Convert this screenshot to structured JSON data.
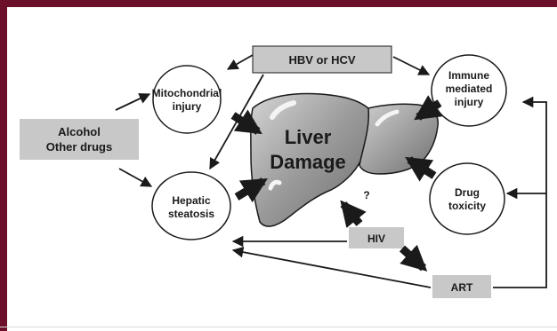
{
  "nodes": {
    "hbv_hcv": "HBV or HCV",
    "alcohol": [
      "Alcohol",
      "Other drugs"
    ],
    "mitochondrial": [
      "Mitochondrial",
      "injury"
    ],
    "immune": [
      "Immune",
      "mediated",
      "injury"
    ],
    "steatosis": [
      "Hepatic",
      "steatosis"
    ],
    "drug_toxicity": [
      "Drug",
      "toxicity"
    ],
    "liver": [
      "Liver",
      "Damage"
    ],
    "hiv": "HIV",
    "art": "ART",
    "question": "?"
  },
  "colors": {
    "frame": "#6b1028",
    "box_fill": "#c8c8c8",
    "liver_dark": "#7a7a7a",
    "liver_light": "#d0d0d0",
    "ink": "#1a1a1a"
  }
}
